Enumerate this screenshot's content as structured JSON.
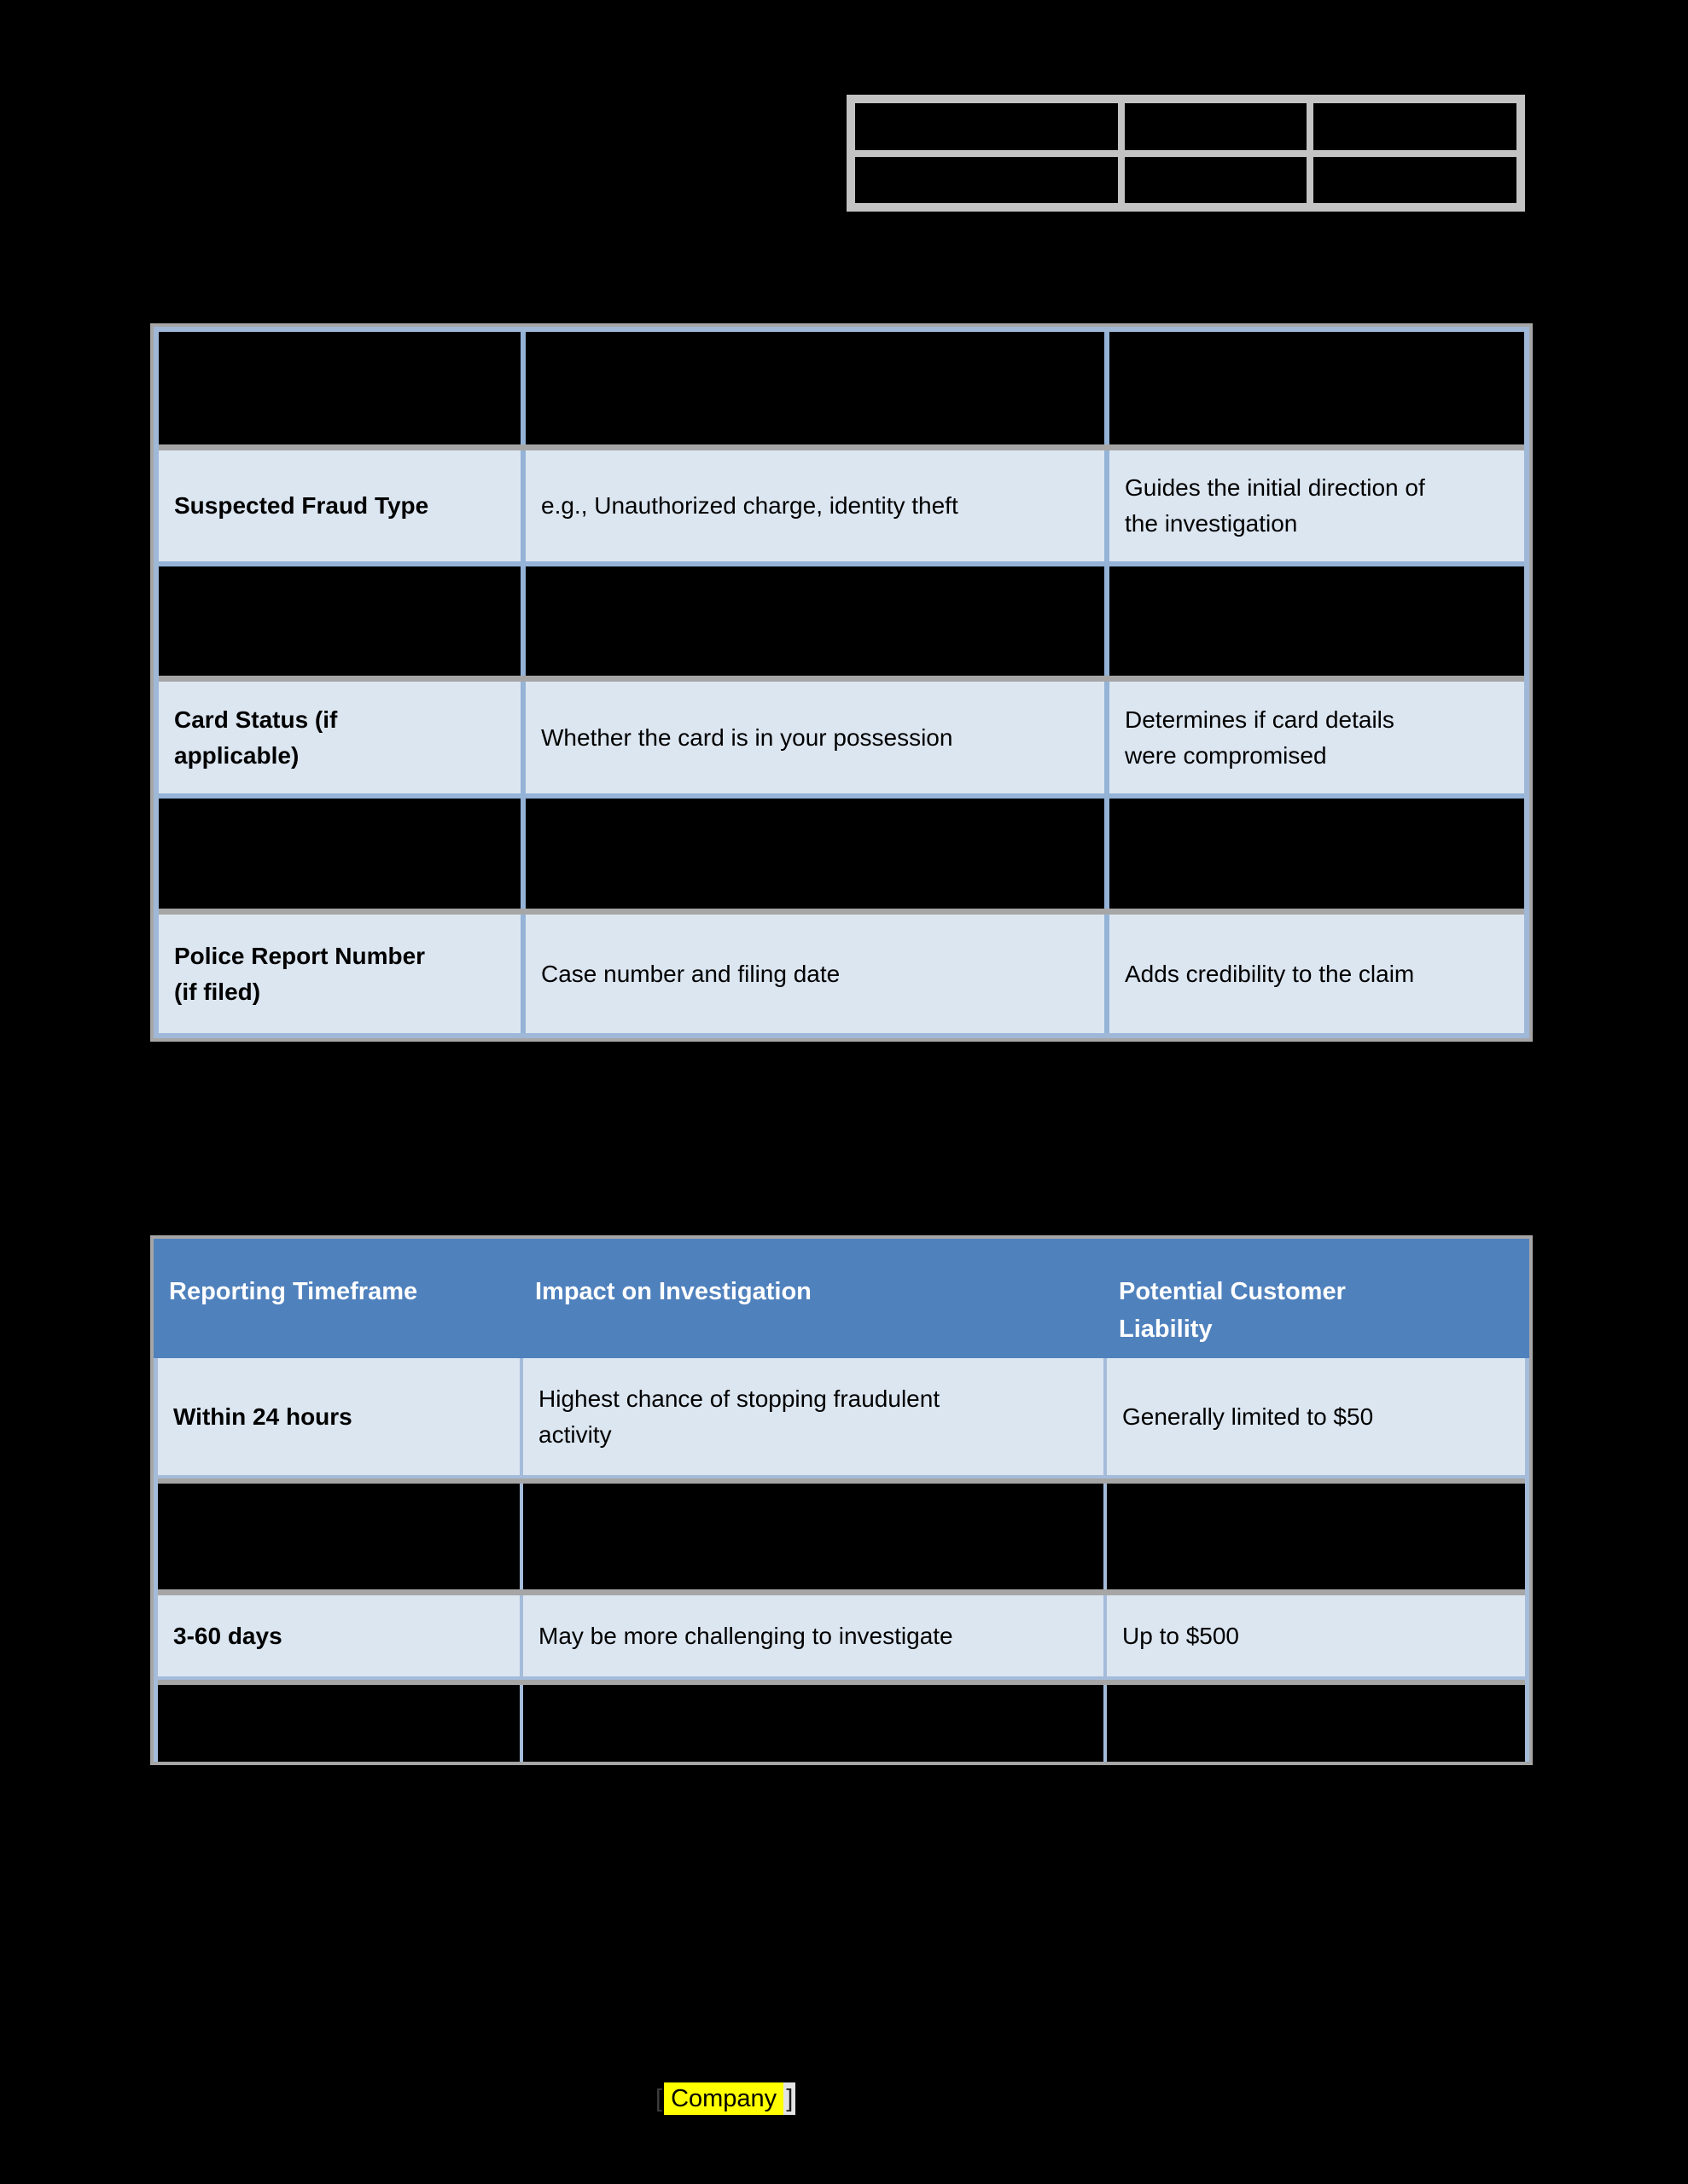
{
  "page": {
    "background": "#000000"
  },
  "colors": {
    "header_blue": "#4f81bd",
    "cell_light_blue": "#dce6f1",
    "table_border_blue": "#95b3d7",
    "redaction_black": "#000000",
    "shadow_gray": "#a6a6a6",
    "small_table_gray": "#c3c3c3",
    "highlight_yellow": "#ffff00"
  },
  "top_redacted_table": {
    "rows": 2,
    "cols": 3
  },
  "fraud_details_table": {
    "rows": [
      {
        "type": "redacted",
        "cells": [
          "",
          "",
          ""
        ]
      },
      {
        "type": "data",
        "cells": [
          "Suspected Fraud Type",
          "e.g., Unauthorized charge, identity theft",
          "Guides the initial direction of\nthe investigation"
        ]
      },
      {
        "type": "redacted",
        "cells": [
          "",
          "",
          ""
        ]
      },
      {
        "type": "data",
        "cells": [
          "Card Status (if\napplicable)",
          "Whether the card is in your possession",
          "Determines if card details\nwere compromised"
        ]
      },
      {
        "type": "redacted",
        "cells": [
          "",
          "",
          ""
        ]
      },
      {
        "type": "data",
        "cells": [
          "Police Report Number\n(if filed)",
          "Case number and filing date",
          "Adds credibility to the claim"
        ]
      }
    ]
  },
  "reporting_table": {
    "header": [
      "Reporting Timeframe",
      "Impact on Investigation",
      "Potential Customer\nLiability"
    ],
    "rows": [
      {
        "type": "data",
        "cells": [
          "Within 24 hours",
          "Highest chance of stopping fraudulent\nactivity",
          "Generally limited to $50"
        ]
      },
      {
        "type": "redacted",
        "cells": [
          "",
          "",
          ""
        ]
      },
      {
        "type": "data",
        "cells": [
          "3-60 days",
          "May be more challenging to investigate",
          "Up to $500"
        ]
      },
      {
        "type": "redacted",
        "cells": [
          "",
          "",
          ""
        ]
      }
    ]
  },
  "footer": {
    "open_bracket": "[",
    "company_label": "Company",
    "close_bracket": "]"
  }
}
